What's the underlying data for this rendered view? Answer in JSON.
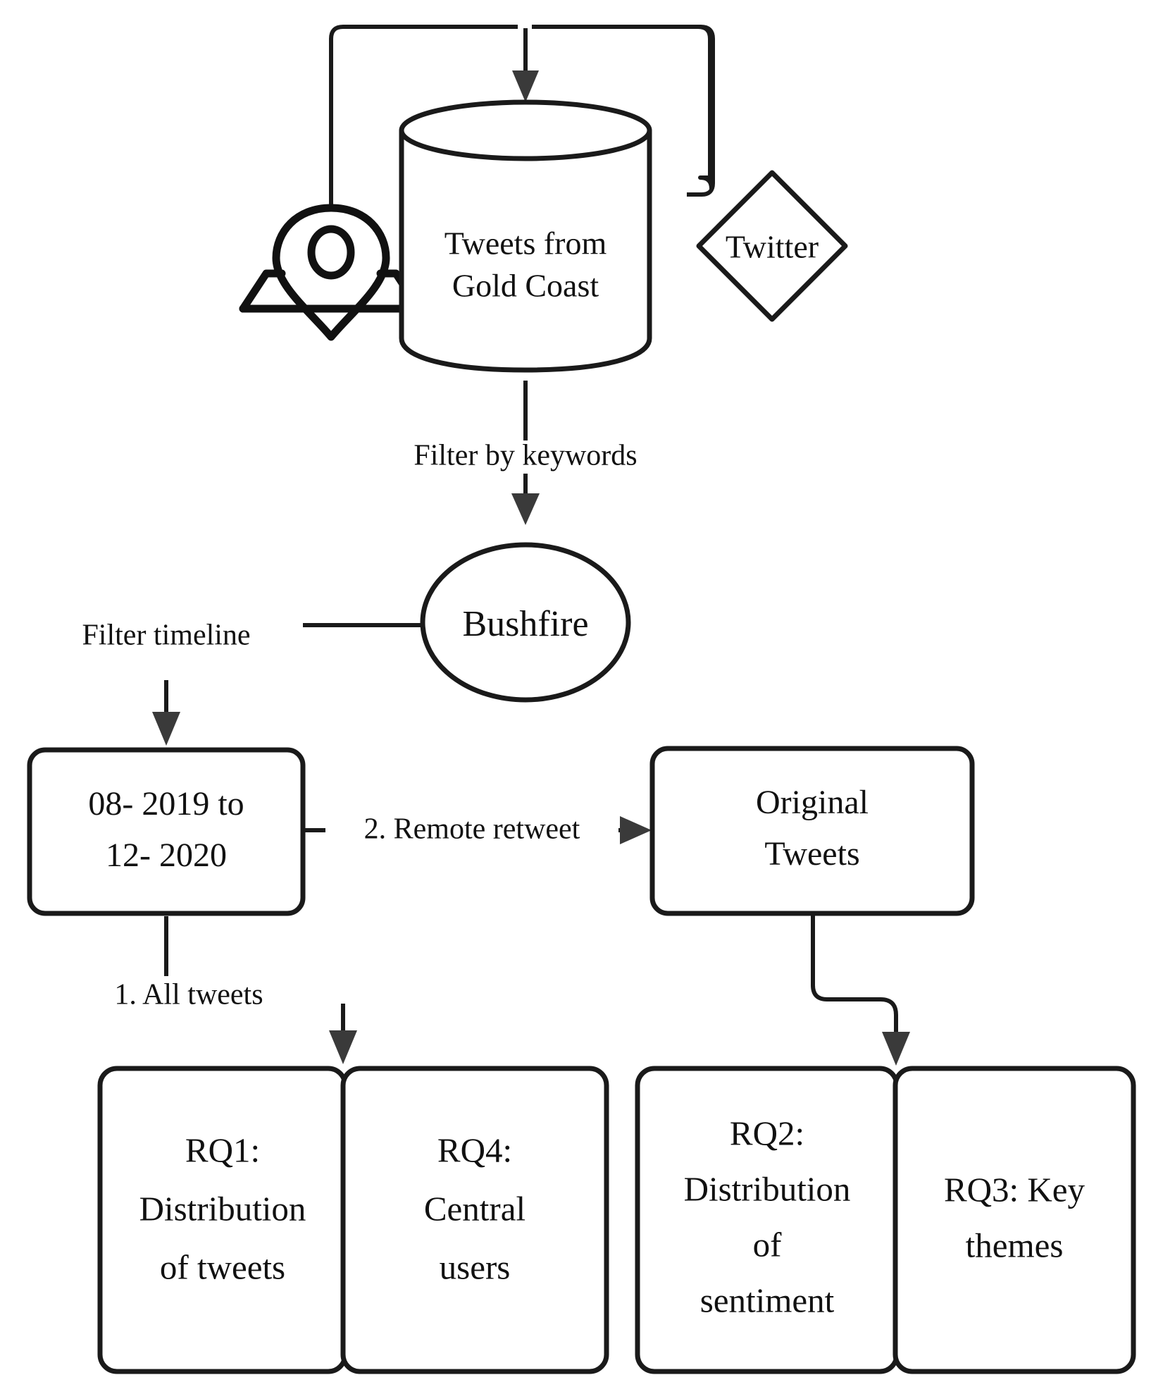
{
  "diagram": {
    "title": "Research methodology flowchart",
    "background_color": "#ffffff",
    "stroke_color": "#1a1a1a",
    "nodes": {
      "map_pin": {
        "icon": "map-location-pin-icon",
        "label": ""
      },
      "database": {
        "shape": "cylinder",
        "line1": "Tweets from",
        "line2": "Gold Coast"
      },
      "twitter": {
        "shape": "diamond",
        "label": "Twitter"
      },
      "bushfire": {
        "shape": "ellipse",
        "label": "Bushfire"
      },
      "timeframe": {
        "shape": "rounded-rect",
        "line1": "08- 2019 to",
        "line2": "12- 2020"
      },
      "original_tweets": {
        "shape": "rounded-rect",
        "line1": "Original",
        "line2": "Tweets"
      },
      "rq1": {
        "shape": "rounded-rect",
        "lines": [
          "RQ1:",
          "Distribution",
          "of tweets"
        ]
      },
      "rq4": {
        "shape": "rounded-rect",
        "lines": [
          "RQ4:",
          "Central",
          "users"
        ]
      },
      "rq2": {
        "shape": "rounded-rect",
        "lines": [
          "RQ2:",
          "Distribution",
          "of",
          "sentiment"
        ]
      },
      "rq3": {
        "shape": "rounded-rect",
        "lines": [
          "RQ3: Key",
          "themes"
        ]
      }
    },
    "edges": {
      "filter_keywords": "Filter by keywords",
      "filter_timeline": "Filter timeline",
      "remote_retweet": "2. Remote retweet",
      "all_tweets": "1. All tweets"
    }
  }
}
